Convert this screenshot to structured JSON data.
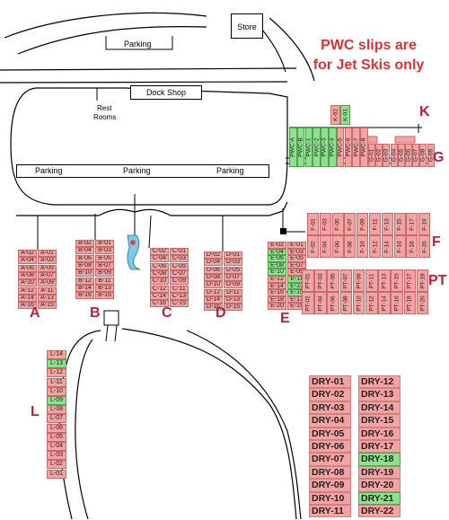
{
  "notice": {
    "line1": "PWC slips are",
    "line2": "for Jet Skis only"
  },
  "landmarks": {
    "store": "Store",
    "parking_top": "Parking",
    "dock_shop": "Dock Shop",
    "rest_rooms_1": "Rest",
    "rest_rooms_2": "Rooms",
    "parking_row": [
      "Parking",
      "Parking",
      "Parking"
    ]
  },
  "colors": {
    "occupied": "#f4a3a3",
    "available": "#8fe08f",
    "accent": "#e03030",
    "letter": "#b8213a"
  },
  "docks": {
    "A": {
      "label": "A",
      "left": [
        "A-02",
        "A-04",
        "A-06",
        "A-08",
        "A-10",
        "A-12",
        "A-14",
        "A-16"
      ],
      "right": [
        "A-01",
        "A-03",
        "A-05",
        "A-07",
        "A-09",
        "A-11",
        "A-13",
        "A-15"
      ]
    },
    "B": {
      "label": "B",
      "left": [
        "B-02",
        "B-04",
        "B-06",
        "B-08",
        "B-10",
        "B-12",
        "B-14",
        "B-16"
      ],
      "right": [
        "B-01",
        "B-03",
        "B-05",
        "B-07",
        "B-09",
        "B-11",
        "B-13",
        "B-15"
      ]
    },
    "C": {
      "label": "C",
      "left": [
        "C-02",
        "C-04",
        "C-06",
        "C-08",
        "C-10",
        "C-12",
        "C-14",
        "C-16"
      ],
      "right": [
        "C-01",
        "C-03",
        "C-05",
        "C-07",
        "C-09",
        "C-11",
        "C-13",
        "C-15"
      ]
    },
    "D": {
      "label": "D",
      "left": [
        "D-02",
        "D-04",
        "D-06",
        "D-08",
        "D-10",
        "D-12",
        "D-14",
        "D-16"
      ],
      "right": [
        "D-01",
        "D-03",
        "D-05",
        "D-07",
        "D-09",
        "D-11",
        "D-13",
        "D-15"
      ]
    },
    "E": {
      "label": "E",
      "left": [
        "E-02",
        "E-04",
        "E-06",
        "E-08",
        "E-10",
        "E-12",
        "E-14",
        "E-16",
        "E-18",
        "E-20"
      ],
      "right": [
        "E-01",
        "E-03",
        "E-05",
        "E-07",
        "E-09",
        "E-11",
        "E-13",
        "E-15",
        "E-17",
        "E-19"
      ],
      "open": [
        "E-04",
        "E-06",
        "E-08",
        "E-10",
        "E-11",
        "E-13",
        "E-15"
      ]
    },
    "F": {
      "label": "F",
      "top": [
        "F-01",
        "F-03",
        "F-05",
        "F-07",
        "F-09",
        "F-11",
        "F-13",
        "F-15",
        "F-17",
        "F-19"
      ],
      "bottom": [
        "F-02",
        "F-04",
        "F-06",
        "F-08",
        "F-10",
        "F-12",
        "F-14",
        "F-16",
        "F-18",
        "F-20"
      ]
    },
    "PT": {
      "label": "PT",
      "top": [
        "PT-01",
        "PT-03",
        "PT-05",
        "PT-07",
        "PT-09",
        "PT-11",
        "PT-13",
        "PT-15",
        "PT-17",
        "PT-19"
      ],
      "bottom": [
        "PT-02",
        "PT-04",
        "PT-06",
        "PT-08",
        "PT-10",
        "PT-12",
        "PT-14",
        "PT-16",
        "PT-18",
        "PT-20"
      ]
    },
    "G": {
      "label": "G",
      "slips": [
        "G-01",
        "G-02",
        "G-03",
        "G-04",
        "G-05",
        "G-06",
        "G-07",
        "G-08",
        "G-09"
      ]
    },
    "K": {
      "label": "K",
      "slips": [
        "K-01",
        "K-02"
      ],
      "open": [
        "K-01"
      ]
    },
    "PWC": {
      "slips": [
        "PWC-A",
        "PWC-B",
        "PWC-1",
        "PWC-2",
        "PWC-3",
        "PWC-4",
        "PWC-5",
        "PWC-6",
        "PWC-7",
        "PWC-8"
      ],
      "open": [
        "PWC-A",
        "PWC-B",
        "PWC-1",
        "PWC-2",
        "PWC-3",
        "PWC-4"
      ]
    },
    "L": {
      "label": "L",
      "slips": [
        "L-14",
        "L-13",
        "L-12",
        "L-11",
        "L-10",
        "L-09",
        "L-08",
        "L-07",
        "L-06",
        "L-05",
        "L-04",
        "L-03",
        "L-02",
        "L-01"
      ],
      "open": [
        "L-13",
        "L-09"
      ]
    }
  },
  "dry_storage": {
    "col1": [
      "DRY-01",
      "DRY-02",
      "DRY-03",
      "DRY-04",
      "DRY-05",
      "DRY-06",
      "DRY-07",
      "DRY-08",
      "DRY-09",
      "DRY-10",
      "DRY-11"
    ],
    "col2": [
      "DRY-12",
      "DRY-13",
      "DRY-14",
      "DRY-15",
      "DRY-16",
      "DRY-17",
      "DRY-18",
      "DRY-19",
      "DRY-20",
      "DRY-21",
      "DRY-22"
    ],
    "open": [
      "DRY-18",
      "DRY-21"
    ]
  }
}
